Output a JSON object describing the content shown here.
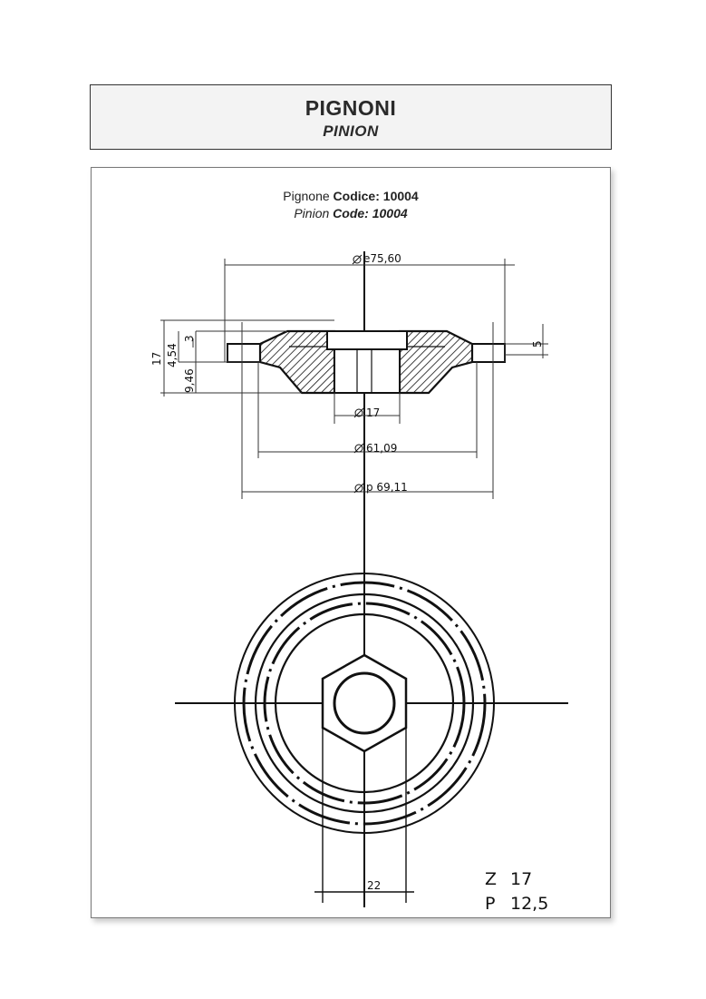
{
  "header": {
    "title": "PIGNONI",
    "subtitle": "PINION"
  },
  "code_line_it": {
    "prefix": "Pignone ",
    "label": "Codice:",
    "value": "10004"
  },
  "code_line_en": {
    "prefix": "Pinion ",
    "label": "Code:",
    "value": "10004"
  },
  "dimensions": {
    "outer_diameter": "e75,60",
    "bore": "17",
    "hub": "61,09",
    "pitch": "p 69,11",
    "height_total": "17",
    "h1": "4,54",
    "h2": "3",
    "h3": "9,46",
    "tooth_width": "5",
    "hex": "22"
  },
  "specs": {
    "z_label": "Z",
    "z_value": "17",
    "p_label": "P",
    "p_value": "12,5"
  }
}
